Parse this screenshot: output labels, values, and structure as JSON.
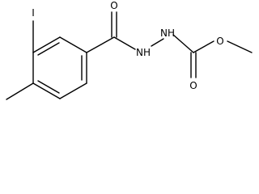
{
  "molecule": {
    "atoms": {
      "iodine": "I",
      "carbonyl_oxygen_left": "O",
      "hydrazide_nh_left": "NH",
      "hydrazide_nh_right": "NH",
      "carbonyl_oxygen_right": "O",
      "ester_oxygen": "O"
    },
    "colors": {
      "bond": "#000000",
      "label": "#000000",
      "background": "#ffffff"
    }
  }
}
